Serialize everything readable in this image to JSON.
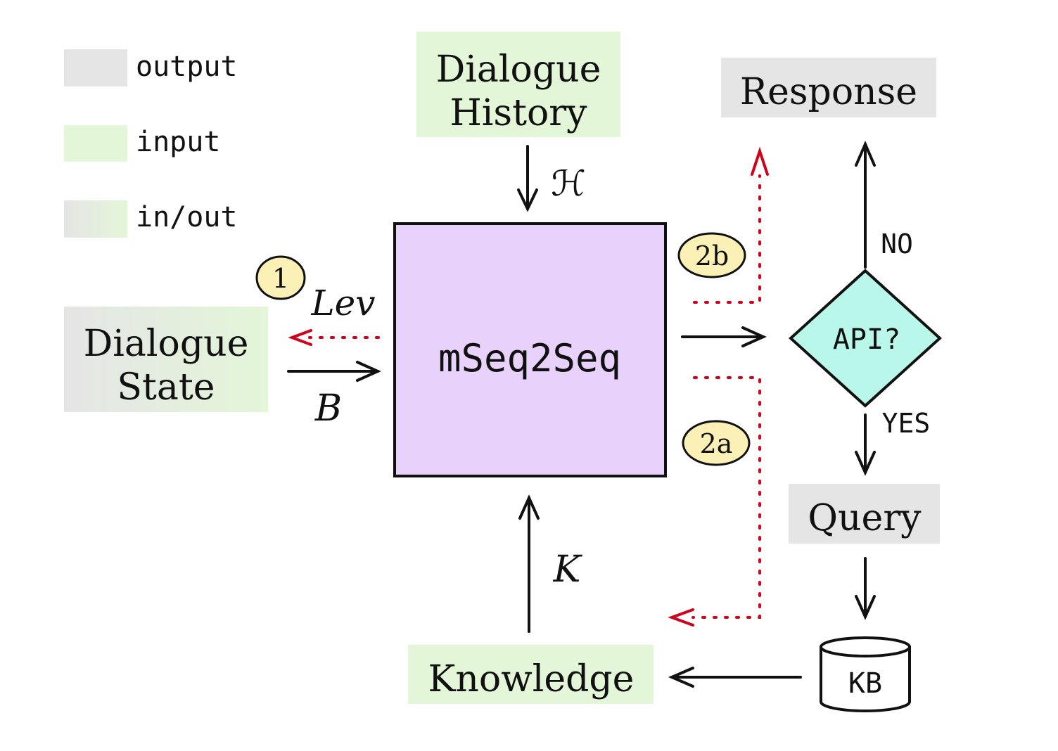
{
  "legend": {
    "output": "output",
    "input": "input",
    "inout": "in/out"
  },
  "colors": {
    "output": "#e5e5e5",
    "input": "#e3f6d8",
    "model": "#e8d2fb",
    "decision": "#b9f7ea",
    "badge": "#fbf1b6",
    "dotted": "#d0021b"
  },
  "nodes": {
    "dialogue_history": [
      "Dialogue",
      "History"
    ],
    "response": "Response",
    "dialogue_state": [
      "Dialogue",
      "State"
    ],
    "model": "mSeq2Seq",
    "api": "API?",
    "query": "Query",
    "kb": "KB",
    "knowledge": "Knowledge"
  },
  "edge_labels": {
    "history": "ℋ",
    "belief": "B",
    "lev": "Lev",
    "knowledge": "K",
    "no": "NO",
    "yes": "YES"
  },
  "badges": {
    "step1": "1",
    "step2a": "2a",
    "step2b": "2b"
  }
}
